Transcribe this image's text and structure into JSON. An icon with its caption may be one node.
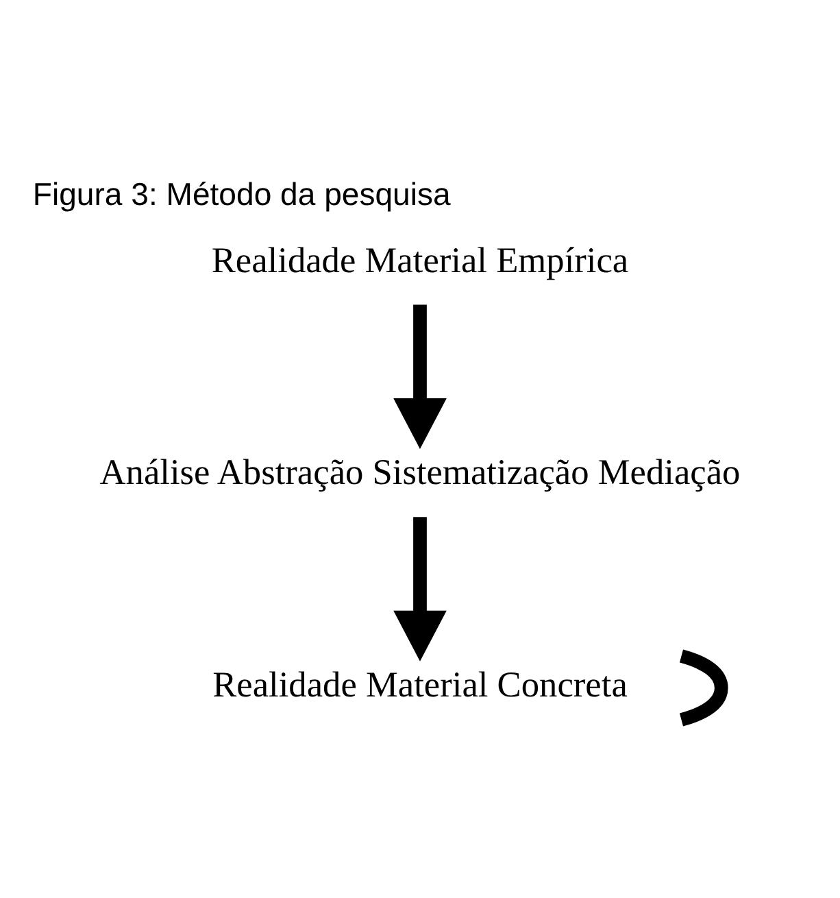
{
  "diagram": {
    "title": "Figura 3: Método da pesquisa",
    "nodes": [
      {
        "text": [
          "Realidade Material Empírica"
        ]
      },
      {
        "text": [
          "Análise Abstração Sistematização Mediação"
        ]
      },
      {
        "text": [
          "Realidade Material Concreta"
        ]
      }
    ],
    "edges": [
      {
        "from": 0,
        "to": 1,
        "arrow": "to"
      },
      {
        "from": 1,
        "to": 2,
        "arrow": "to"
      },
      {
        "from": 2,
        "to": 2,
        "arrow": "none"
      }
    ]
  }
}
